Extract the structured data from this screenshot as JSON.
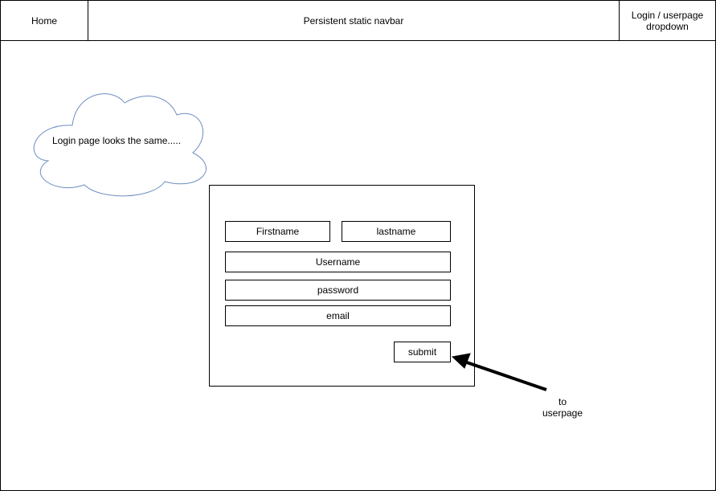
{
  "navbar": {
    "home_label": "Home",
    "center_label": "Persistent static navbar",
    "login_label": "Login / userpage dropdown"
  },
  "note": {
    "cloud_text": "Login page looks the same....."
  },
  "form": {
    "firstname_label": "Firstname",
    "lastname_label": "lastname",
    "username_label": "Username",
    "password_label": "password",
    "email_label": "email",
    "submit_label": "submit"
  },
  "annotation": {
    "arrow_label": "to\nuserpage"
  },
  "colors": {
    "cloud_stroke": "#6c8ebf",
    "line": "#000000"
  }
}
